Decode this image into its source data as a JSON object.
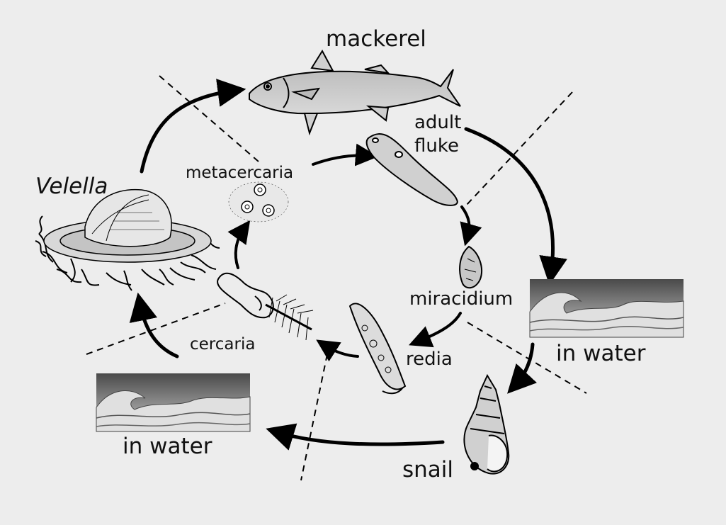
{
  "labels": {
    "mackerel": "mackerel",
    "adult_fluke_line1": "adult",
    "adult_fluke_line2": "fluke",
    "metacercaria": "metacercaria",
    "velella": "Velella",
    "miracidium": "miracidium",
    "redia": "redia",
    "cercaria": "cercaria",
    "snail": "snail",
    "in_water_right": "in water",
    "in_water_left": "in water"
  }
}
